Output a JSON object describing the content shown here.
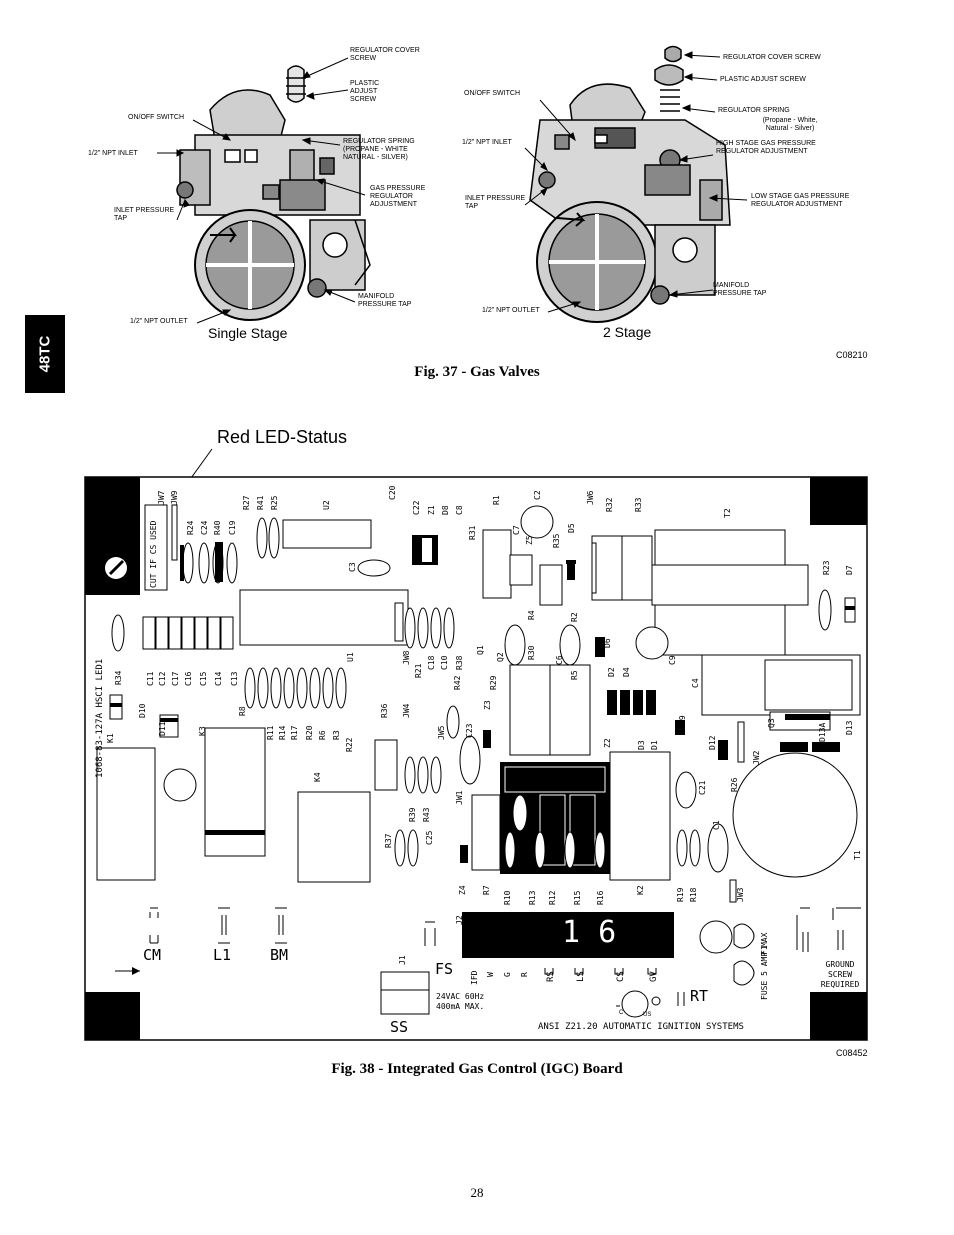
{
  "side_tab": {
    "label": "48TC"
  },
  "fig37": {
    "caption": "Fig. 37 - Gas Valves",
    "code": "C08210",
    "single_stage": {
      "title": "Single Stage",
      "labels": {
        "regulator_cover_screw": "REGULATOR COVER SCREW",
        "plastic_adjust_screw": "PLASTIC ADJUST SCREW",
        "on_off_switch": "ON/OFF SWITCH",
        "npt_inlet": "1/2\" NPT INLET",
        "regulator_spring": "REGULATOR SPRING (PROPANE - WHITE NATURAL - SILVER)",
        "gas_pressure_regulator": "GAS PRESSURE REGULATOR ADJUSTMENT",
        "inlet_pressure_tap": "INLET PRESSURE TAP",
        "manifold_pressure_tap": "MANIFOLD PRESSURE TAP",
        "npt_outlet": "1/2\" NPT OUTLET"
      }
    },
    "two_stage": {
      "title": "2 Stage",
      "labels": {
        "regulator_cover_screw": "REGULATOR COVER SCREW",
        "plastic_adjust_screw": "PLASTIC ADJUST SCREW",
        "regulator_spring": "REGULATOR SPRING",
        "regulator_spring_note": "(Propane - White, Natural - Silver)",
        "on_off_switch": "ON/OFF SWITCH",
        "npt_inlet": "1/2\" NPT INLET",
        "high_stage": "HIGH STAGE GAS PRESSURE REGULATOR ADJUSTMENT",
        "inlet_pressure_tap": "INLET PRESSURE TAP",
        "low_stage": "LOW STAGE GAS PRESSURE REGULATOR ADJUSTMENT",
        "manifold_pressure_tap": "MANIFOLD PRESSURE TAP",
        "npt_outlet": "1/2\" NPT OUTLET"
      }
    }
  },
  "fig38": {
    "caption": "Fig. 38 - Integrated Gas Control (IGC) Board",
    "code": "C08452",
    "callout": "Red LED-Status",
    "board": {
      "left_vertical": "1068-83-127A   HSCI   LED1",
      "cut_if_cs_used": "CUT IF CS USED",
      "digits": "1 6",
      "terminals": [
        "CM",
        "L1",
        "BM",
        "FS",
        "SS",
        "RT"
      ],
      "bottom_row": [
        "IFD",
        "W",
        "G",
        "R",
        "RS",
        "LS",
        "CS",
        "GV"
      ],
      "transformer_note": "24VAC 60Hz 400mA MAX.",
      "certification": "ANSI Z21.20 AUTOMATIC IGNITION SYSTEMS",
      "fuse": "FUSE 5 AMP MAX",
      "fuse_id": "F1",
      "ground": "GROUND SCREW REQUIRED",
      "csa_c": "C",
      "csa_us": "US",
      "components": [
        "JW7",
        "JW9",
        "R24",
        "C24",
        "R40",
        "C19",
        "R27",
        "R41",
        "R25",
        "U2",
        "C20",
        "C22",
        "Z1",
        "D8",
        "C8",
        "R1",
        "C2",
        "C7",
        "Z5",
        "R35",
        "D5",
        "JW6",
        "R32",
        "R33",
        "T2",
        "R23",
        "D7",
        "C3",
        "R31",
        "U1",
        "JW8",
        "R21",
        "C18",
        "C10",
        "R42",
        "R38",
        "Q1",
        "Q2",
        "R30",
        "R4",
        "C6",
        "R5",
        "R2",
        "D6",
        "C9",
        "C4",
        "R34",
        "D10",
        "C11",
        "C12",
        "C17",
        "C16",
        "C15",
        "C14",
        "C13",
        "R8",
        "D11",
        "K3",
        "R11",
        "R14",
        "R17",
        "R20",
        "R6",
        "R3",
        "R22",
        "R36",
        "JW4",
        "JW5",
        "R29",
        "Z3",
        "C23",
        "D2",
        "D4",
        "D9",
        "D3",
        "D1",
        "Z2",
        "D12",
        "JW2",
        "Q3",
        "D13A",
        "D13",
        "K1",
        "K4",
        "R39",
        "R43",
        "R37",
        "C25",
        "JW1",
        "R9",
        "C21",
        "R26",
        "C1",
        "T1",
        "Z4",
        "R7",
        "R10",
        "R13",
        "R12",
        "R15",
        "R16",
        "K2",
        "R19",
        "R18",
        "JW3",
        "J2",
        "J1"
      ]
    }
  },
  "page_number": "28"
}
